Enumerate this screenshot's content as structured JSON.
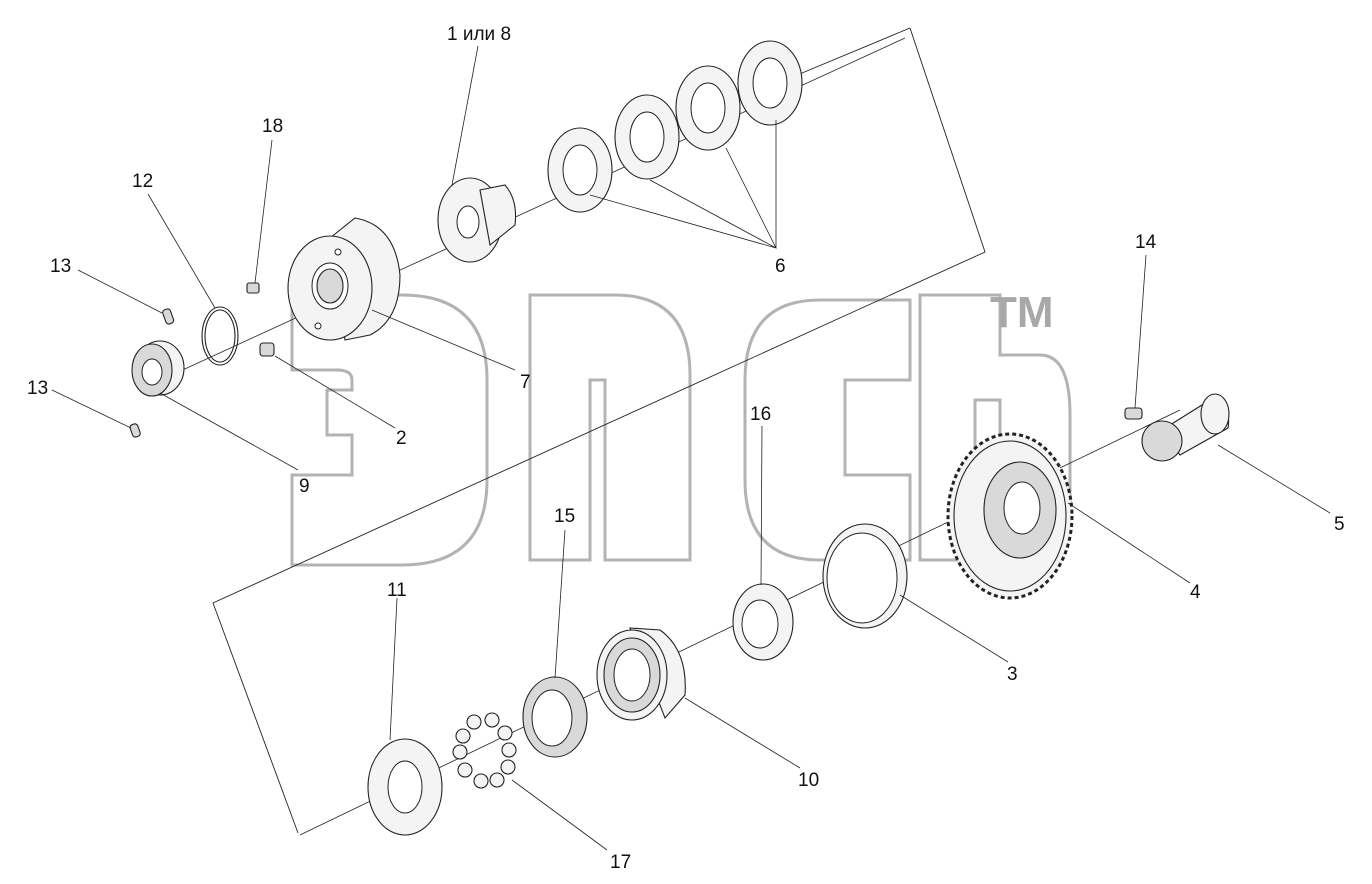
{
  "diagram": {
    "callouts": [
      {
        "id": "c1",
        "text": "1 или 8"
      },
      {
        "id": "c2",
        "text": "2"
      },
      {
        "id": "c3",
        "text": "3"
      },
      {
        "id": "c4",
        "text": "4"
      },
      {
        "id": "c5",
        "text": "5"
      },
      {
        "id": "c6",
        "text": "6"
      },
      {
        "id": "c7",
        "text": "7"
      },
      {
        "id": "c9",
        "text": "9"
      },
      {
        "id": "c10",
        "text": "10"
      },
      {
        "id": "c11",
        "text": "11"
      },
      {
        "id": "c12",
        "text": "12"
      },
      {
        "id": "c13a",
        "text": "13"
      },
      {
        "id": "c13b",
        "text": "13"
      },
      {
        "id": "c14",
        "text": "14"
      },
      {
        "id": "c15",
        "text": "15"
      },
      {
        "id": "c16",
        "text": "16"
      },
      {
        "id": "c17",
        "text": "17"
      },
      {
        "id": "c18",
        "text": "18"
      }
    ]
  },
  "watermark": {
    "logo_letters": "эпсь",
    "trademark": "TM"
  }
}
